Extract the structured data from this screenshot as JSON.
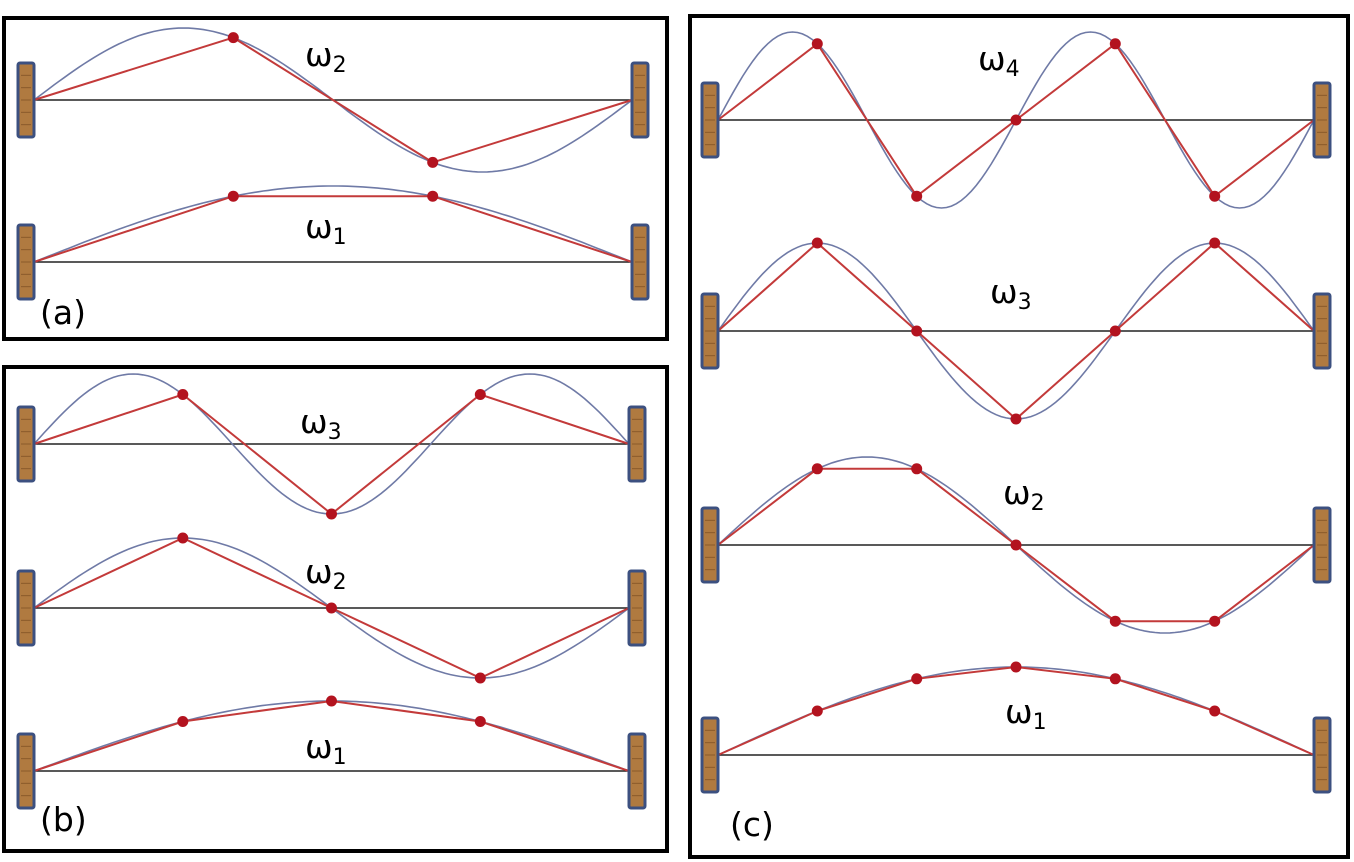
{
  "colors": {
    "string": "#c33a3a",
    "mode": "#6f7aa6",
    "axis": "#222222",
    "mass": "#b3131f",
    "wall_fill": "#b07a40",
    "wall_edge": "#3c5080",
    "border": "#000000"
  },
  "panels": [
    {
      "id": "a",
      "letter": "(a)",
      "modes": [
        {
          "symbol": "ω",
          "subscript": "2"
        },
        {
          "symbol": "ω",
          "subscript": "1"
        }
      ]
    },
    {
      "id": "b",
      "letter": "(b)",
      "modes": [
        {
          "symbol": "ω",
          "subscript": "3"
        },
        {
          "symbol": "ω",
          "subscript": "2"
        },
        {
          "symbol": "ω",
          "subscript": "1"
        }
      ]
    },
    {
      "id": "c",
      "letter": "(c)",
      "modes": [
        {
          "symbol": "ω",
          "subscript": "4"
        },
        {
          "symbol": "ω",
          "subscript": "3"
        },
        {
          "symbol": "ω",
          "subscript": "2"
        },
        {
          "symbol": "ω",
          "subscript": "1"
        }
      ]
    }
  ]
}
